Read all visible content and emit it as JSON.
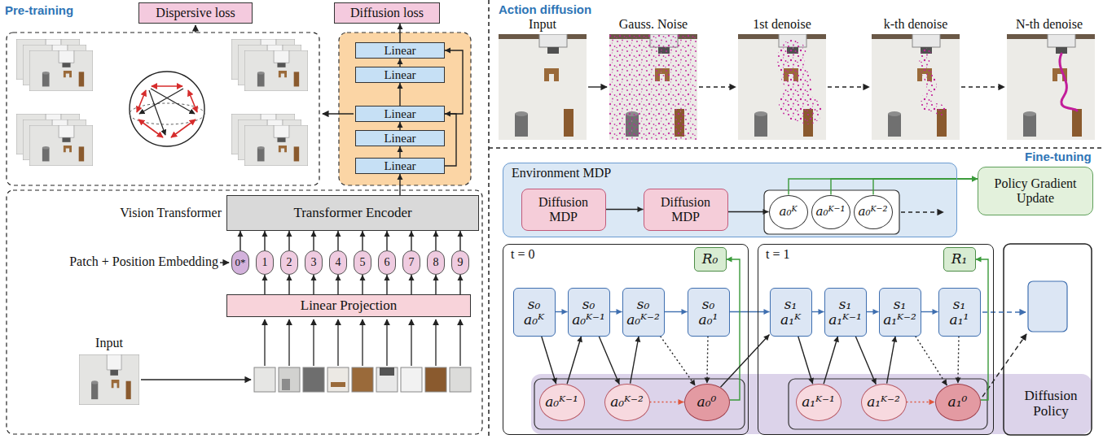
{
  "diagram": {
    "nodes": [
      {
        "text": [
          "Dispersive loss"
        ]
      },
      {
        "text": [
          "Diffusion loss"
        ]
      },
      {
        "text": [
          "Linear"
        ]
      },
      {
        "text": [
          "Linear"
        ]
      },
      {
        "text": [
          "Linear"
        ]
      },
      {
        "text": [
          "Linear"
        ]
      },
      {
        "text": [
          "Linear"
        ]
      },
      {
        "text": [
          "Transformer Encoder"
        ]
      },
      {
        "text": [
          "0*"
        ]
      },
      {
        "text": [
          "1"
        ]
      },
      {
        "text": [
          "2"
        ]
      },
      {
        "text": [
          "3"
        ]
      },
      {
        "text": [
          "4"
        ]
      },
      {
        "text": [
          "5"
        ]
      },
      {
        "text": [
          "6"
        ]
      },
      {
        "text": [
          "7"
        ]
      },
      {
        "text": [
          "8"
        ]
      },
      {
        "text": [
          "9"
        ]
      },
      {
        "text": [
          "Linear Projection"
        ]
      },
      {
        "text": [
          "Environment MDP"
        ]
      },
      {
        "text": [
          "Diffusion MDP"
        ],
        "in": 19
      },
      {
        "text": [
          "Diffusion MDP"
        ],
        "in": 19
      },
      {
        "text": [
          "a₀ᴷ"
        ],
        "in": 19
      },
      {
        "text": [
          "a₀ᴷ⁻¹"
        ],
        "in": 19
      },
      {
        "text": [
          "a₀ᴷ⁻²"
        ],
        "in": 19
      },
      {
        "text": [
          "Policy Gradient Update"
        ]
      },
      {
        "text": [
          "t = 0"
        ]
      },
      {
        "text": [
          "R₀"
        ],
        "in": 26
      },
      {
        "text": [
          "s₀",
          "a₀ᴷ"
        ],
        "in": 26
      },
      {
        "text": [
          "s₀",
          "a₀ᴷ⁻¹"
        ],
        "in": 26
      },
      {
        "text": [
          "s₀",
          "a₀ᴷ⁻²"
        ],
        "in": 26
      },
      {
        "text": [
          "s₀",
          "a₀¹"
        ],
        "in": 26
      },
      {
        "text": [
          "a₀ᴷ⁻¹"
        ],
        "in": 26
      },
      {
        "text": [
          "a₀ᴷ⁻²"
        ],
        "in": 26
      },
      {
        "text": [
          "a₀⁰"
        ],
        "in": 26
      },
      {
        "text": [
          "t = 1"
        ]
      },
      {
        "text": [
          "R₁"
        ],
        "in": 35
      },
      {
        "text": [
          "s₁",
          "a₁ᴷ"
        ],
        "in": 35
      },
      {
        "text": [
          "s₁",
          "a₁ᴷ⁻¹"
        ],
        "in": 35
      },
      {
        "text": [
          "s₁",
          "a₁ᴷ⁻²"
        ],
        "in": 35
      },
      {
        "text": [
          "s₁",
          "a₁¹"
        ],
        "in": 35
      },
      {
        "text": [
          "a₁ᴷ⁻¹"
        ],
        "in": 35
      },
      {
        "text": [
          "a₁ᴷ⁻²"
        ],
        "in": 35
      },
      {
        "text": [
          "a₁⁰"
        ],
        "in": 35
      },
      {
        "text": [
          "Diffusion Policy"
        ]
      }
    ],
    "edges": [
      {
        "from": 6,
        "to": 5,
        "arrow": "to"
      },
      {
        "from": 5,
        "to": 4,
        "arrow": "to"
      },
      {
        "from": 4,
        "to": 3,
        "arrow": "to"
      },
      {
        "from": 3,
        "to": 2,
        "arrow": "to"
      },
      {
        "from": 6,
        "to": 4,
        "arrow": "to"
      },
      {
        "from": 4,
        "to": 2,
        "arrow": "to"
      },
      {
        "from": 2,
        "to": 1,
        "arrow": "to"
      },
      {
        "from": 7,
        "to": 6,
        "arrow": "to"
      },
      {
        "from": 8,
        "to": 7,
        "arrow": "to"
      },
      {
        "from": 9,
        "to": 7,
        "arrow": "to"
      },
      {
        "from": 10,
        "to": 7,
        "arrow": "to"
      },
      {
        "from": 11,
        "to": 7,
        "arrow": "to"
      },
      {
        "from": 12,
        "to": 7,
        "arrow": "to"
      },
      {
        "from": 13,
        "to": 7,
        "arrow": "to"
      },
      {
        "from": 14,
        "to": 7,
        "arrow": "to"
      },
      {
        "from": 15,
        "to": 7,
        "arrow": "to"
      },
      {
        "from": 16,
        "to": 7,
        "arrow": "to"
      },
      {
        "from": 17,
        "to": 7,
        "arrow": "to"
      },
      {
        "from": 18,
        "to": 9,
        "arrow": "to"
      },
      {
        "from": 18,
        "to": 10,
        "arrow": "to"
      },
      {
        "from": 18,
        "to": 11,
        "arrow": "to"
      },
      {
        "from": 18,
        "to": 12,
        "arrow": "to"
      },
      {
        "from": 18,
        "to": 13,
        "arrow": "to"
      },
      {
        "from": 18,
        "to": 14,
        "arrow": "to"
      },
      {
        "from": 18,
        "to": 15,
        "arrow": "to"
      },
      {
        "from": 18,
        "to": 16,
        "arrow": "to"
      },
      {
        "from": 18,
        "to": 17,
        "arrow": "to"
      },
      {
        "from": 20,
        "to": 21,
        "arrow": "to"
      },
      {
        "from": 21,
        "to": 22,
        "arrow": "to"
      },
      {
        "from": 22,
        "to": 25,
        "arrow": "to"
      },
      {
        "from": 23,
        "to": 25,
        "arrow": "to"
      },
      {
        "from": 24,
        "to": 25,
        "arrow": "to"
      },
      {
        "from": 28,
        "to": 29,
        "arrow": "to"
      },
      {
        "from": 29,
        "to": 30,
        "arrow": "to"
      },
      {
        "from": 30,
        "to": 31,
        "arrow": "to"
      },
      {
        "from": 31,
        "to": 37,
        "arrow": "to"
      },
      {
        "from": 37,
        "to": 38,
        "arrow": "to"
      },
      {
        "from": 38,
        "to": 39,
        "arrow": "to"
      },
      {
        "from": 39,
        "to": 40,
        "arrow": "to"
      },
      {
        "from": 28,
        "to": 32,
        "arrow": "to"
      },
      {
        "from": 32,
        "to": 29,
        "arrow": "to"
      },
      {
        "from": 29,
        "to": 33,
        "arrow": "to"
      },
      {
        "from": 33,
        "to": 30,
        "arrow": "to"
      },
      {
        "from": 30,
        "to": 34,
        "arrow": "to"
      },
      {
        "from": 31,
        "to": 34,
        "arrow": "to"
      },
      {
        "from": 33,
        "to": 34,
        "arrow": "to"
      },
      {
        "from": 34,
        "to": 27,
        "arrow": "to"
      },
      {
        "from": 34,
        "to": 37,
        "arrow": "to"
      },
      {
        "from": 37,
        "to": 41,
        "arrow": "to"
      },
      {
        "from": 41,
        "to": 38,
        "arrow": "to"
      },
      {
        "from": 38,
        "to": 42,
        "arrow": "to"
      },
      {
        "from": 42,
        "to": 39,
        "arrow": "to"
      },
      {
        "from": 39,
        "to": 43,
        "arrow": "to"
      },
      {
        "from": 40,
        "to": 43,
        "arrow": "to"
      },
      {
        "from": 42,
        "to": 43,
        "arrow": "to"
      },
      {
        "from": 43,
        "to": 36,
        "arrow": "to"
      }
    ],
    "labels": [
      "Pre-training",
      "Vision Transformer",
      "Patch + Position Embedding",
      "Input",
      "Action diffusion",
      "Input",
      "Gauss. Noise",
      "1st denoise",
      "k-th denoise",
      "N-th denoise",
      "Fine-tuning"
    ]
  }
}
